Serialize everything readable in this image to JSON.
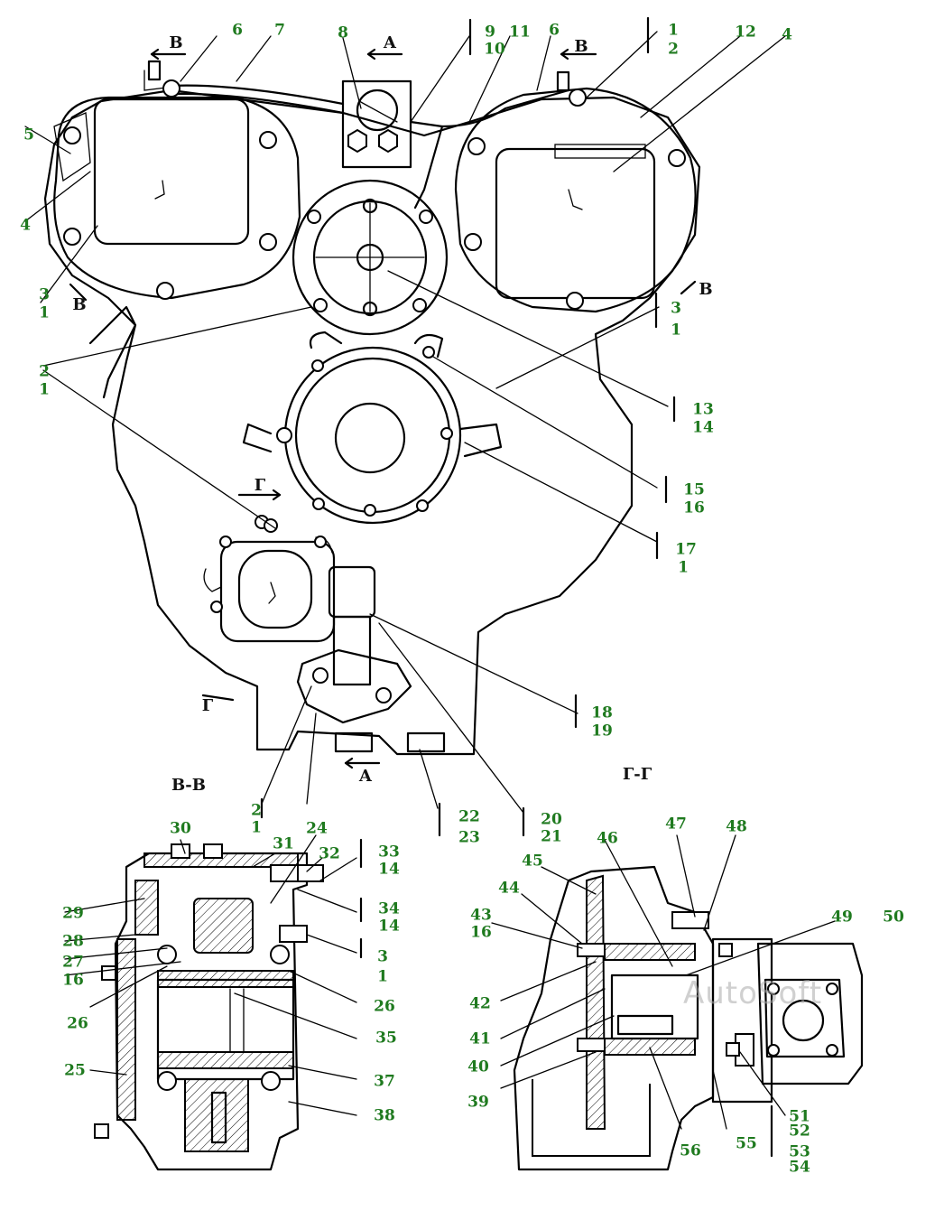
{
  "watermark": "AutoSoft",
  "section_titles": {
    "bb": "В-В",
    "gg": "Г-Г"
  },
  "view_marks": {
    "a": "А",
    "b": "В",
    "g": "Г"
  },
  "callouts": {
    "n1": "1",
    "n2": "2",
    "n3": "3",
    "n4": "4",
    "n5": "5",
    "n6": "6",
    "n7": "7",
    "n8": "8",
    "n9": "9",
    "n10": "10",
    "n11": "11",
    "n12": "12",
    "n13": "13",
    "n14": "14",
    "n15": "15",
    "n16": "16",
    "n17": "17",
    "n18": "18",
    "n19": "19",
    "n20": "20",
    "n21": "21",
    "n22": "22",
    "n23": "23",
    "n24": "24",
    "n25": "25",
    "n26": "26",
    "n27": "27",
    "n28": "28",
    "n29": "29",
    "n30": "30",
    "n31": "31",
    "n32": "32",
    "n33": "33",
    "n34": "34",
    "n35": "35",
    "n37": "37",
    "n38": "38",
    "n39": "39",
    "n40": "40",
    "n41": "41",
    "n42": "42",
    "n43": "43",
    "n44": "44",
    "n45": "45",
    "n46": "46",
    "n47": "47",
    "n48": "48",
    "n49": "49",
    "n50": "50",
    "n51": "51",
    "n52": "52",
    "n53": "53",
    "n54": "54",
    "n55": "55",
    "n56": "56"
  },
  "colors": {
    "callout": "#1f7a1f",
    "line": "#000000",
    "paper": "#ffffff"
  }
}
